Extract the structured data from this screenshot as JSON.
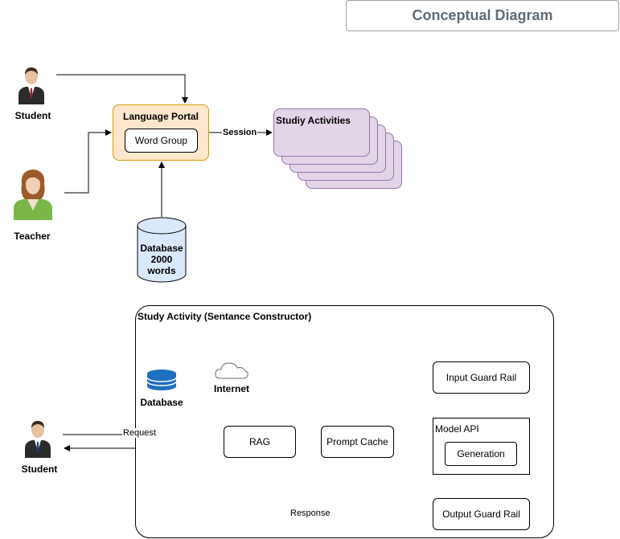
{
  "title": "Conceptual Diagram",
  "actors": {
    "student_top": "Student",
    "teacher": "Teacher",
    "student_bottom": "Student"
  },
  "portal": {
    "title": "Language Portal",
    "word_group": "Word Group"
  },
  "session_label": "Session",
  "study_activities": "Studiy Activities",
  "database_top": {
    "line1": "Database",
    "line2": "2000",
    "line3": "words"
  },
  "study_activity": {
    "title": "Study Activity (Sentance Constructor)",
    "database": "Database",
    "internet": "Internet",
    "rag": "RAG",
    "prompt_cache": "Prompt Cache",
    "input_guard_rail": "Input Guard Rail",
    "model_api": "Model API",
    "generation": "Generation",
    "output_guard_rail": "Output Guard Rail",
    "request": "Request",
    "response": "Response"
  },
  "colors": {
    "portal_fill": "#ffe6cc",
    "portal_border": "#d79b00",
    "activity_fill": "#e1d5e7",
    "activity_border": "#9673a6",
    "db_fill": "#dae8fc",
    "db_icon": "#1f6fc0"
  }
}
